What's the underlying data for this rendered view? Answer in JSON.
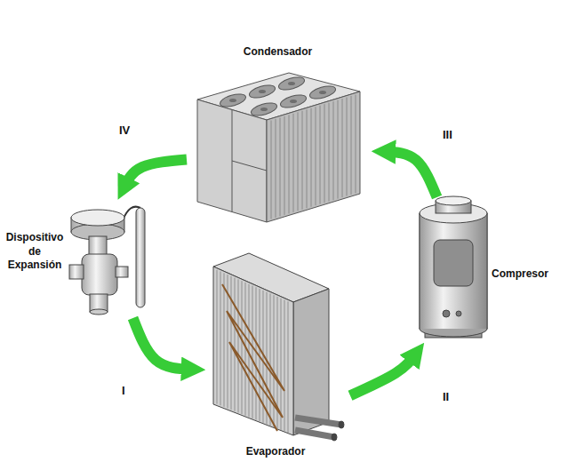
{
  "diagram": {
    "nodes": [
      {
        "text": [
          "Condensador"
        ]
      },
      {
        "text": [
          "Dispositivo de Expansión"
        ]
      },
      {
        "text": [
          "Compresor"
        ]
      },
      {
        "text": [
          "Evaporador"
        ]
      }
    ],
    "edges": [
      {
        "from": 0,
        "to": 1,
        "arrow": "to",
        "label": "IV"
      },
      {
        "from": 1,
        "to": 3,
        "arrow": "to",
        "label": "I"
      },
      {
        "from": 3,
        "to": 2,
        "arrow": "to",
        "label": "II"
      },
      {
        "from": 2,
        "to": 0,
        "arrow": "to",
        "label": "III"
      }
    ]
  }
}
